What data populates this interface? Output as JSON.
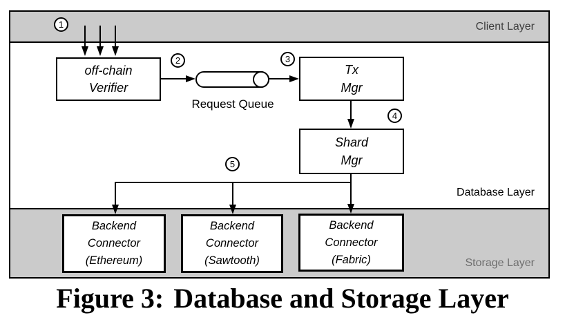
{
  "figure": {
    "layers": {
      "client": {
        "label": "Client Layer"
      },
      "database": {
        "label": "Database Layer"
      },
      "storage": {
        "label": "Storage Layer"
      }
    },
    "nodes": {
      "verifier": {
        "lines": [
          "off-chain",
          "Verifier"
        ]
      },
      "request_queue": {
        "lines": [
          "Request",
          "Queue"
        ]
      },
      "tx_mgr": {
        "lines": [
          "Tx",
          "Mgr"
        ]
      },
      "shard_mgr": {
        "lines": [
          "Shard",
          "Mgr"
        ]
      },
      "backend_ethereum": {
        "lines": [
          "Backend",
          "Connector",
          "(Ethereum)"
        ]
      },
      "backend_sawtooth": {
        "lines": [
          "Backend",
          "Connector",
          "(Sawtooth)"
        ]
      },
      "backend_fabric": {
        "lines": [
          "Backend",
          "Connector",
          "(Fabric)"
        ]
      }
    },
    "steps": [
      "1",
      "2",
      "3",
      "4",
      "5"
    ],
    "colors": {
      "band_gray": "#cbcbcb",
      "client_label_gray": "#3f3f3f",
      "storage_label_gray": "#6e6e6e",
      "line_black": "#000000"
    }
  },
  "caption": {
    "label": "Figure 3:",
    "title": "Database and Storage Layer"
  }
}
